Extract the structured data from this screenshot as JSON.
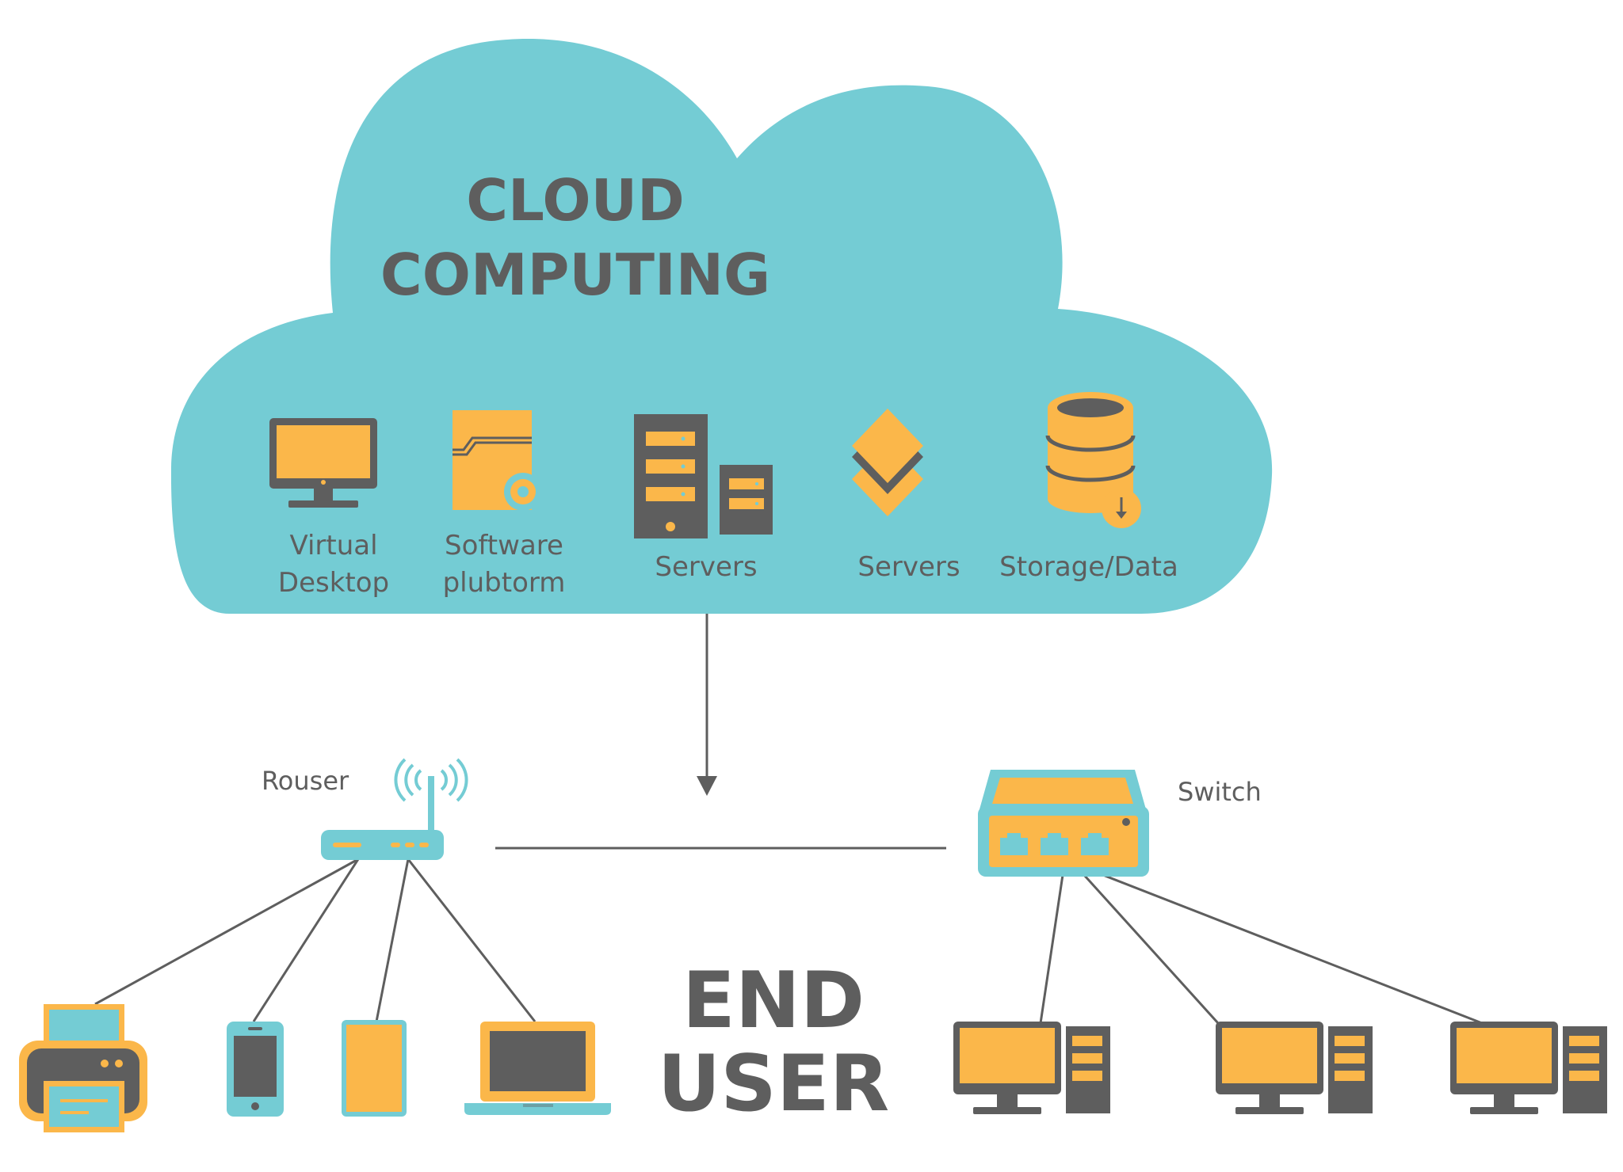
{
  "cloud": {
    "title_line1": "CLOUD",
    "title_line2": "COMPUTING",
    "services": [
      {
        "icon": "monitor-icon",
        "line1": "Virtual",
        "line2": "Desktop"
      },
      {
        "icon": "software-box-icon",
        "line1": "Software",
        "line2": "plubtorm"
      },
      {
        "icon": "server-rack-icon",
        "line1": "Servers",
        "line2": ""
      },
      {
        "icon": "layers-icon",
        "line1": "Servers",
        "line2": ""
      },
      {
        "icon": "database-icon",
        "line1": "Storage/Data",
        "line2": ""
      }
    ]
  },
  "network": {
    "router_label": "Rouser",
    "switch_label": "Switch"
  },
  "end_user": {
    "line1": "END",
    "line2": "USER"
  },
  "colors": {
    "cloud": "#74ccd4",
    "orange": "#fbb74a",
    "gray": "#5e5e5e",
    "teal": "#74ccd4"
  }
}
